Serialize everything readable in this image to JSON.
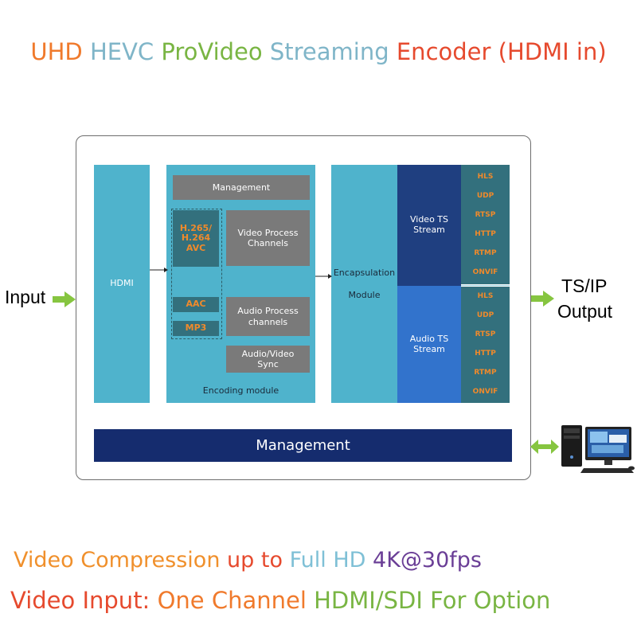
{
  "title": {
    "parts": [
      {
        "text": "UHD",
        "color": "#f07a2c"
      },
      {
        "text": "HEVC",
        "color": "#7fb5c8"
      },
      {
        "text": "ProVideo",
        "color": "#79b543"
      },
      {
        "text": "Streaming",
        "color": "#7fb5c8"
      },
      {
        "text": "Encoder (HDMI in)",
        "color": "#e64a2e"
      }
    ]
  },
  "diagram": {
    "hdmi_label": "HDMI",
    "encoding": {
      "management": "Management",
      "video_codec": "H.265/\nH.264\nAVC",
      "audio_codec_1": "AAC",
      "audio_codec_2": "MP3",
      "video_process": "Video Process\nChannels",
      "audio_process": "Audio Process\nchannels",
      "av_sync": "Audio/Video\nSync",
      "module_label": "Encoding module"
    },
    "encapsulation": {
      "line1": "Encapsulation",
      "line2": "Module"
    },
    "video_ts": "Video TS\nStream",
    "audio_ts": "Audio TS\nStream",
    "video_protocols": [
      "HLS",
      "UDP",
      "RTSP",
      "HTTP",
      "RTMP",
      "ONVIF"
    ],
    "audio_protocols": [
      "HLS",
      "UDP",
      "RTSP",
      "HTTP",
      "RTMP",
      "ONVIF"
    ],
    "management_bar": "Management"
  },
  "side": {
    "input": "Input",
    "output_line1": "TS/IP",
    "output_line2": "Output"
  },
  "colors": {
    "teal": "#4fb3cc",
    "dark_teal": "#33707d",
    "navy": "#152c6e",
    "video_ts_blue": "#1f3f80",
    "audio_ts_blue": "#3273cc",
    "arrow_green": "#86c540",
    "protocol_orange": "#f08a2b"
  },
  "footer": {
    "line1": [
      {
        "text": "Video Compression",
        "color": "#f0902c"
      },
      {
        "text": "up to",
        "color": "#e64a2e"
      },
      {
        "text": "Full HD",
        "color": "#7fc0d6"
      },
      {
        "text": "4K@30fps",
        "color": "#6a3e96"
      }
    ],
    "line2": [
      {
        "text": "Video Input:",
        "color": "#e64a2e"
      },
      {
        "text": "One Channel",
        "color": "#f07a2c"
      },
      {
        "text": "HDMI/SDI For Option",
        "color": "#79b543"
      }
    ]
  }
}
